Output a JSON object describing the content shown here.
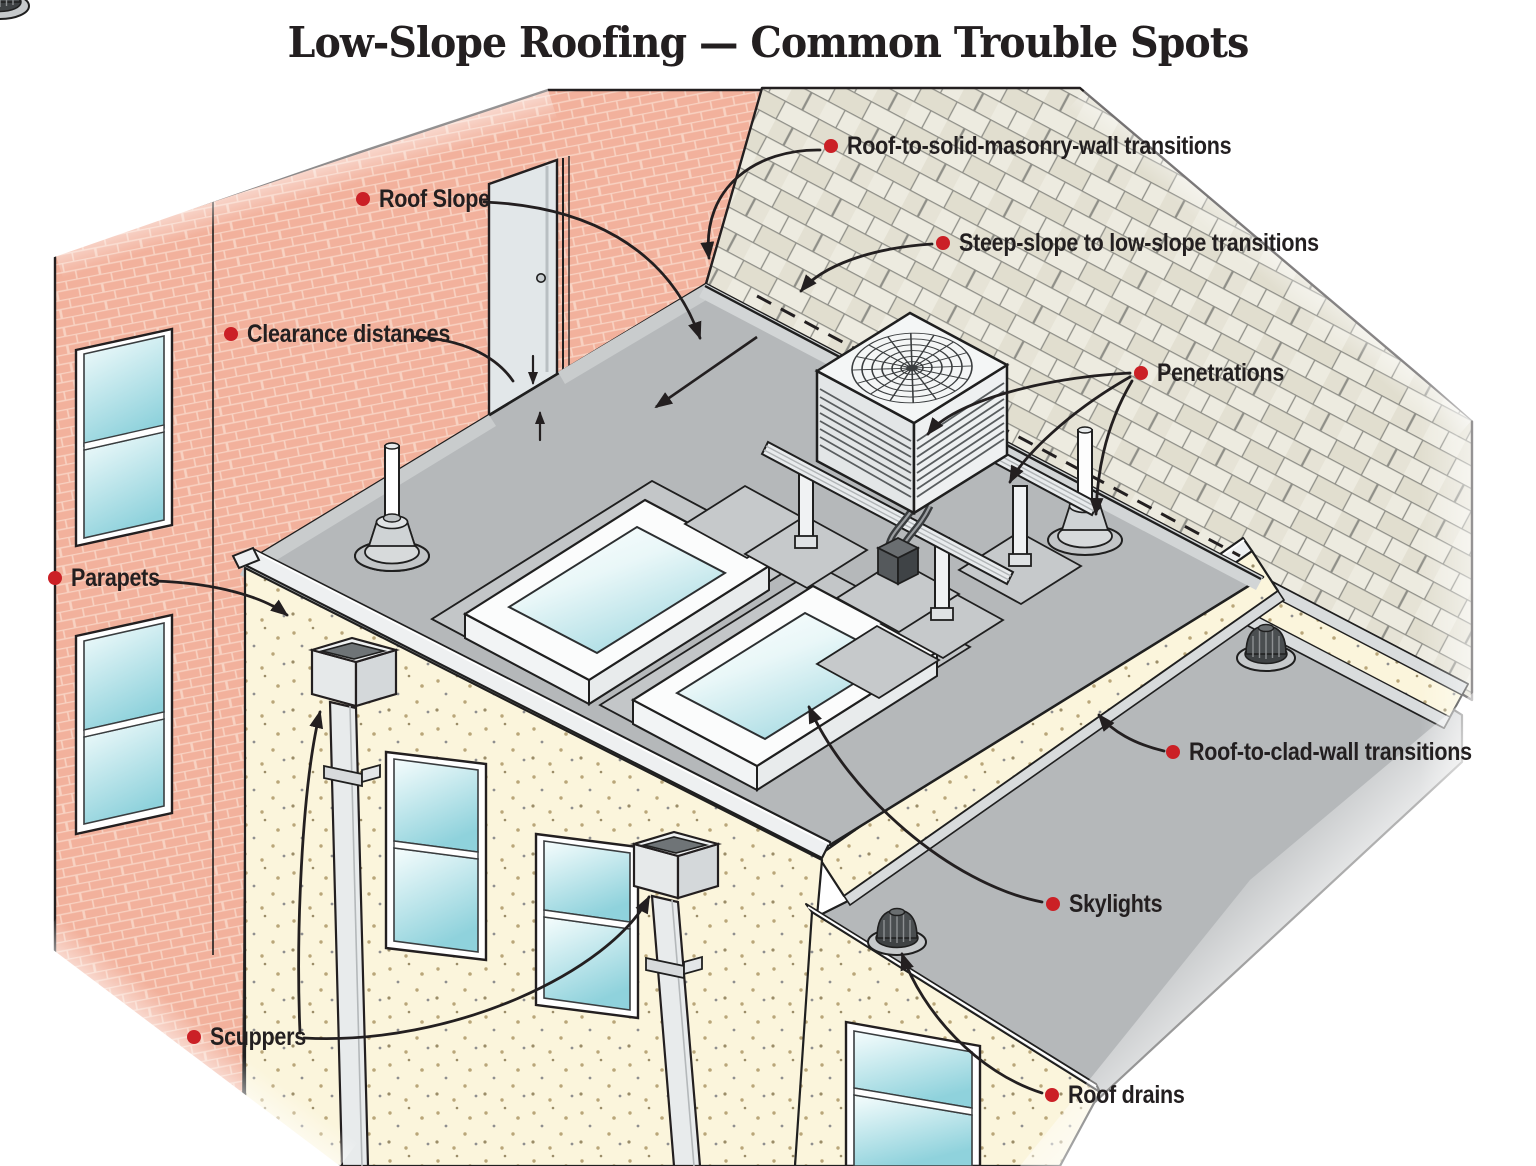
{
  "title": "Low-Slope Roofing — Common Trouble Spots",
  "labels": {
    "roof_to_masonry": "Roof-to-solid-masonry-wall transitions",
    "roof_slope": "Roof Slope",
    "steep_to_low": "Steep-slope to low-slope transitions",
    "clearance": "Clearance distances",
    "penetrations": "Penetrations",
    "parapets": "Parapets",
    "roof_to_clad": "Roof-to-clad-wall transitions",
    "skylights": "Skylights",
    "scuppers": "Scuppers",
    "roof_drains": "Roof drains"
  },
  "colors": {
    "accent": "#cb2026",
    "ink": "#231f20",
    "roof": "#b5b8ba",
    "roof_light": "#c9cccd",
    "brick": "#f2b19c",
    "brick_line": "#f8d2c2",
    "stucco": "#fbf5dc",
    "shingle": "#edebe0",
    "shingle_line": "#8f8f88",
    "glass": "#a5dae2",
    "trim": "#eef0f1"
  }
}
